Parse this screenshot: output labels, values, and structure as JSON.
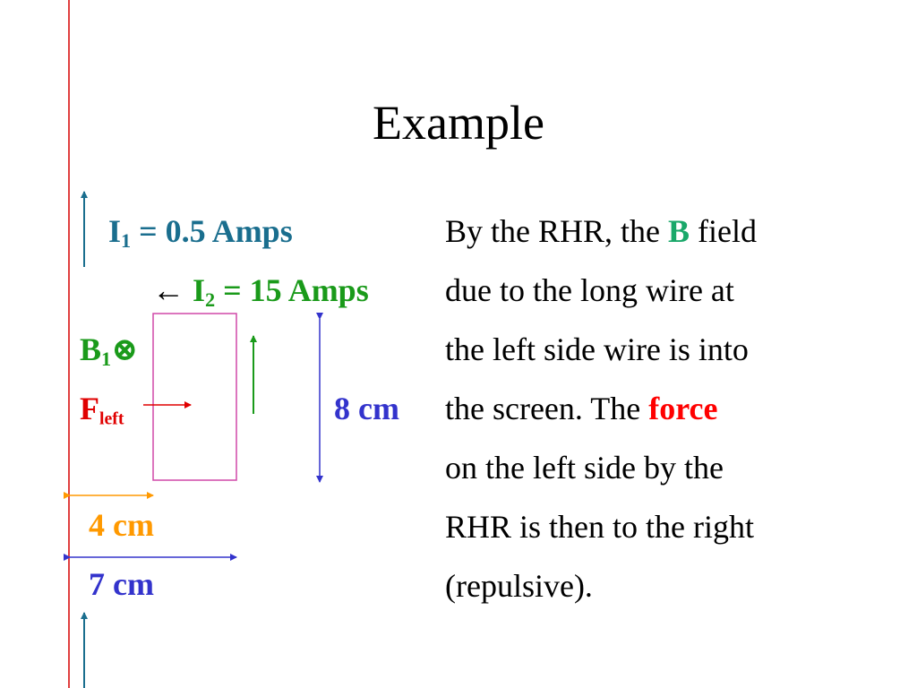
{
  "title": "Example",
  "colors": {
    "teal": "#1a6e8e",
    "green": "#1a9a1a",
    "red": "#ff0000",
    "orange": "#ff9900",
    "blue": "#3333cc",
    "magenta": "#d048a8",
    "margin_line": "#e04040"
  },
  "diagram": {
    "i1": {
      "symbol": "I",
      "sub": "1",
      "rest": " = 0.5 Amps"
    },
    "i2": {
      "arrow": "←",
      "symbol": "I",
      "sub": "2",
      "rest": " = 15 Amps"
    },
    "b1": {
      "symbol": "B",
      "sub": "1",
      "mark": "⊗"
    },
    "f_left": {
      "symbol": "F",
      "sub": "left"
    },
    "height": "8 cm",
    "width_loop": "4 cm",
    "width_total": "7 cm"
  },
  "explanation": {
    "line1_pre": "By the RHR, the ",
    "line1_b": "B",
    "line1_post": " field",
    "line2": "due to the long wire at",
    "line3": "the left side wire is into",
    "line4_pre": "the screen.  The ",
    "line4_force": "force",
    "line5": "on the left side by the",
    "line6": "RHR is then to the right",
    "line7": "(repulsive)."
  }
}
